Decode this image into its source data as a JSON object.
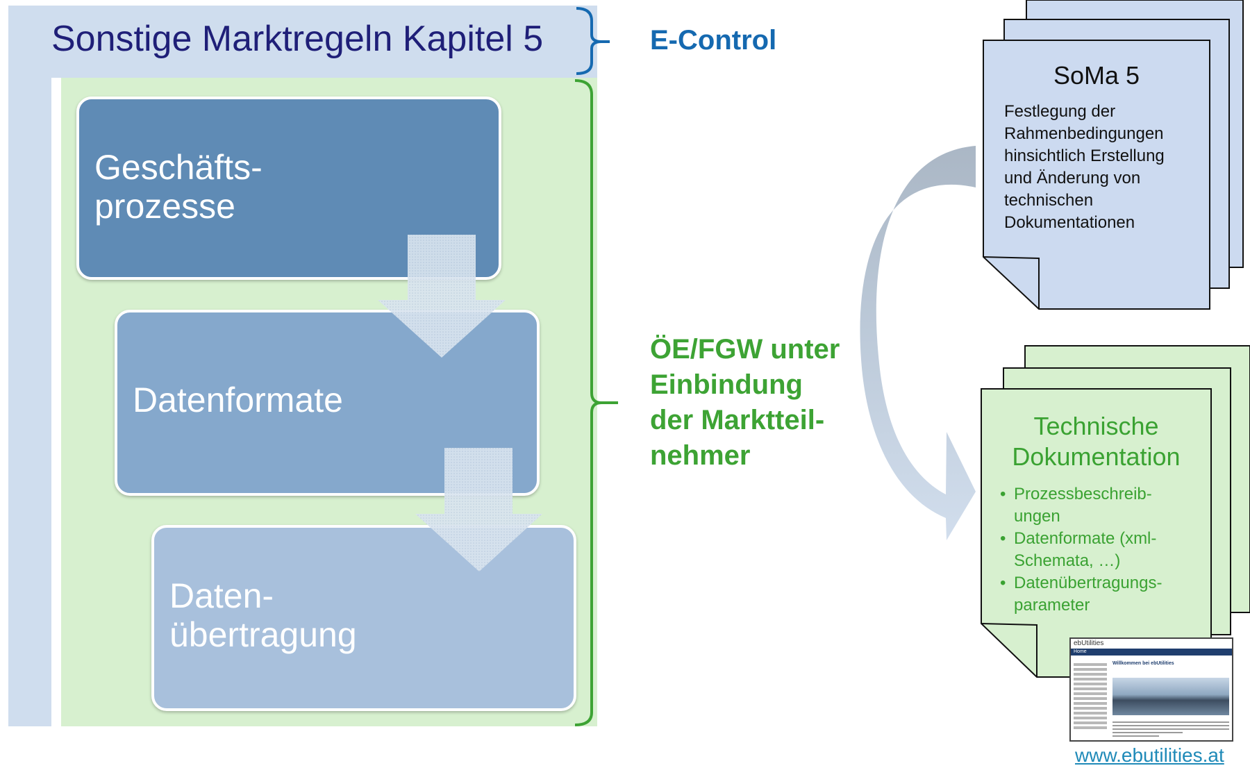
{
  "title": "Sonstige Marktregeln Kapitel 5",
  "process_boxes": [
    {
      "line1": "Geschäfts-",
      "line2": "prozesse"
    },
    {
      "line1": "Datenformate",
      "line2": ""
    },
    {
      "line1": "Daten-",
      "line2": "übertragung"
    }
  ],
  "labels": {
    "econtrol": "E-Control",
    "oe_lines": [
      "ÖE/FGW unter",
      "Einbindung",
      "der Marktteil-",
      "nehmer"
    ]
  },
  "soma": {
    "title": "SoMa 5",
    "lines": [
      "Festlegung der",
      "Rahmenbedingungen",
      "hinsichtlich Erstellung",
      "und Änderung von",
      "technischen",
      "Dokumentationen"
    ]
  },
  "tech_doc": {
    "title_lines": [
      "Technische",
      "Dokumentation"
    ],
    "items": [
      [
        "Prozessbeschreib-",
        "ungen"
      ],
      [
        "Datenformate (xml-",
        "Schemata, …)"
      ],
      [
        "Datenübertragungs-",
        "parameter"
      ]
    ]
  },
  "thumbnail": {
    "site_name": "ebUtilities",
    "nav": "Home",
    "heading": "Willkommen bei ebUtilities"
  },
  "link": "www.ebutilities.at",
  "colors": {
    "title_blue": "#1f1f78",
    "econtrol_blue": "#1569b0",
    "green_text": "#3da334",
    "bracket_blue": "#1569b0",
    "bracket_green": "#3da334"
  }
}
